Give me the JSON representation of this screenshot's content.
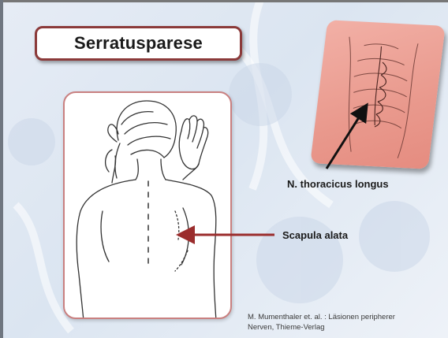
{
  "slide": {
    "title": "Serratusparese",
    "labels": {
      "nerve": "N. thoracicus longus",
      "scapula": "Scapula alata"
    },
    "citation": {
      "line1": "M. Mumenthaler et. al. : Läsionen peripherer",
      "line2": "Nerven, Thieme-Verlag"
    }
  },
  "colors": {
    "title_border": "#8b3a3a",
    "panel_border": "#c98080",
    "card_fill": "#e9998d",
    "arrow_scapula": "#9b2d2d",
    "arrow_nerve": "#111111"
  },
  "icons": {
    "back_illustration": "patient-back-illustration",
    "thorax_illustration": "thorax-anatomy-illustration"
  }
}
